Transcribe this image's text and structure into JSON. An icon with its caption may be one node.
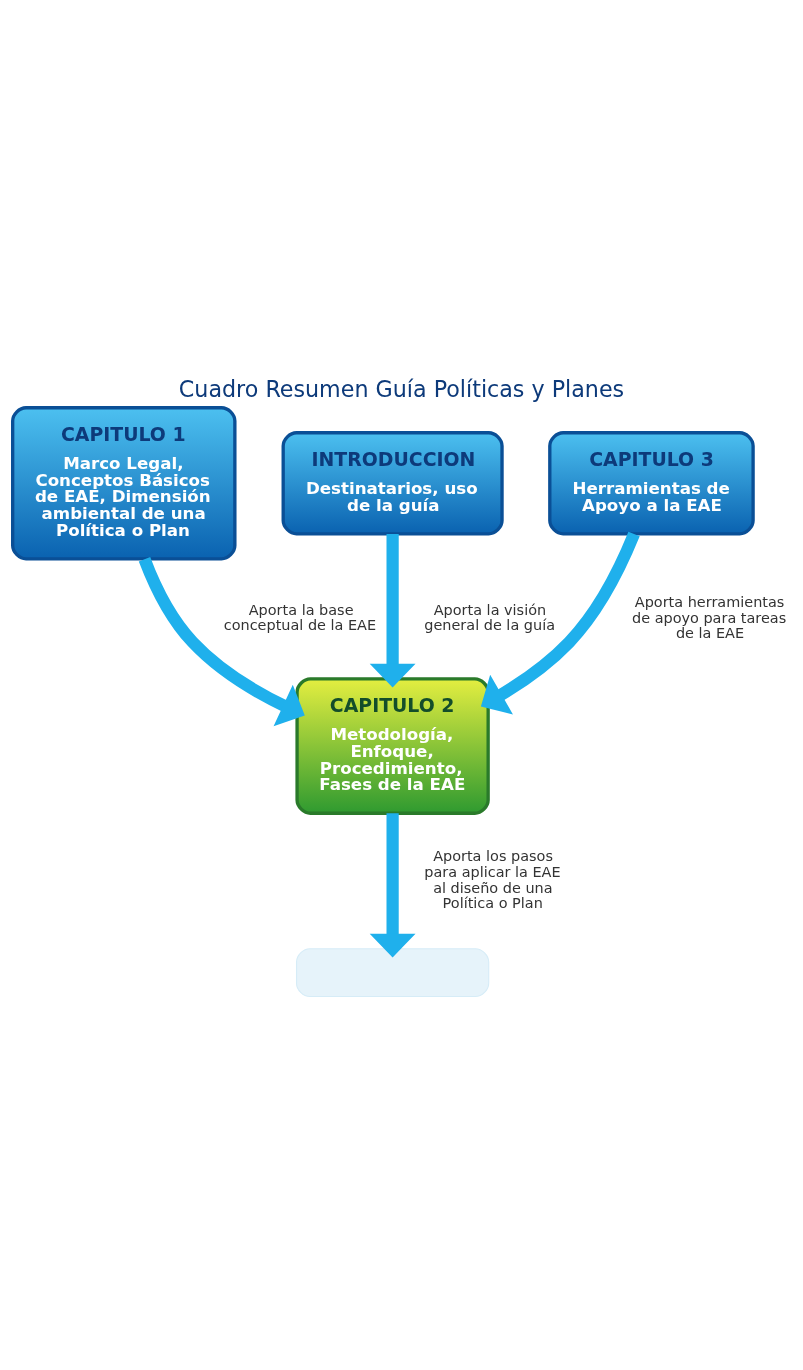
{
  "diagram": {
    "title": "Cuadro Resumen Guía Políticas y Planes",
    "nodes": [
      {
        "text": [
          "CAPITULO 1",
          "Marco Legal, Conceptos Básicos de EAE, Dimensión ambiental de una Política o Plan"
        ]
      },
      {
        "text": [
          "INTRODUCCION",
          "Destinatarios, uso de la guía"
        ]
      },
      {
        "text": [
          "CAPITULO 3",
          "Herramientas de Apoyo a la EAE"
        ]
      },
      {
        "text": [
          "CAPITULO 2",
          "Metodología, Enfoque, Procedimiento, Fases de la EAE"
        ]
      },
      {
        "text": [],
        "shape": "box"
      }
    ],
    "edges": [
      {
        "from": 1,
        "to": 3,
        "arrow": "to",
        "label": "Aporta la visión general de la guía"
      },
      {
        "from": 0,
        "to": 3,
        "arrow": "to",
        "label": "Aporta la base conceptual de la EAE"
      },
      {
        "from": 2,
        "to": 3,
        "arrow": "to",
        "label": "Aporta herramientas de apoyo para tareas de la EAE"
      },
      {
        "from": 3,
        "to": 4,
        "arrow": "to",
        "label": "Aporta los pasos para aplicar la EAE al diseño de una Política o Plan"
      }
    ]
  }
}
